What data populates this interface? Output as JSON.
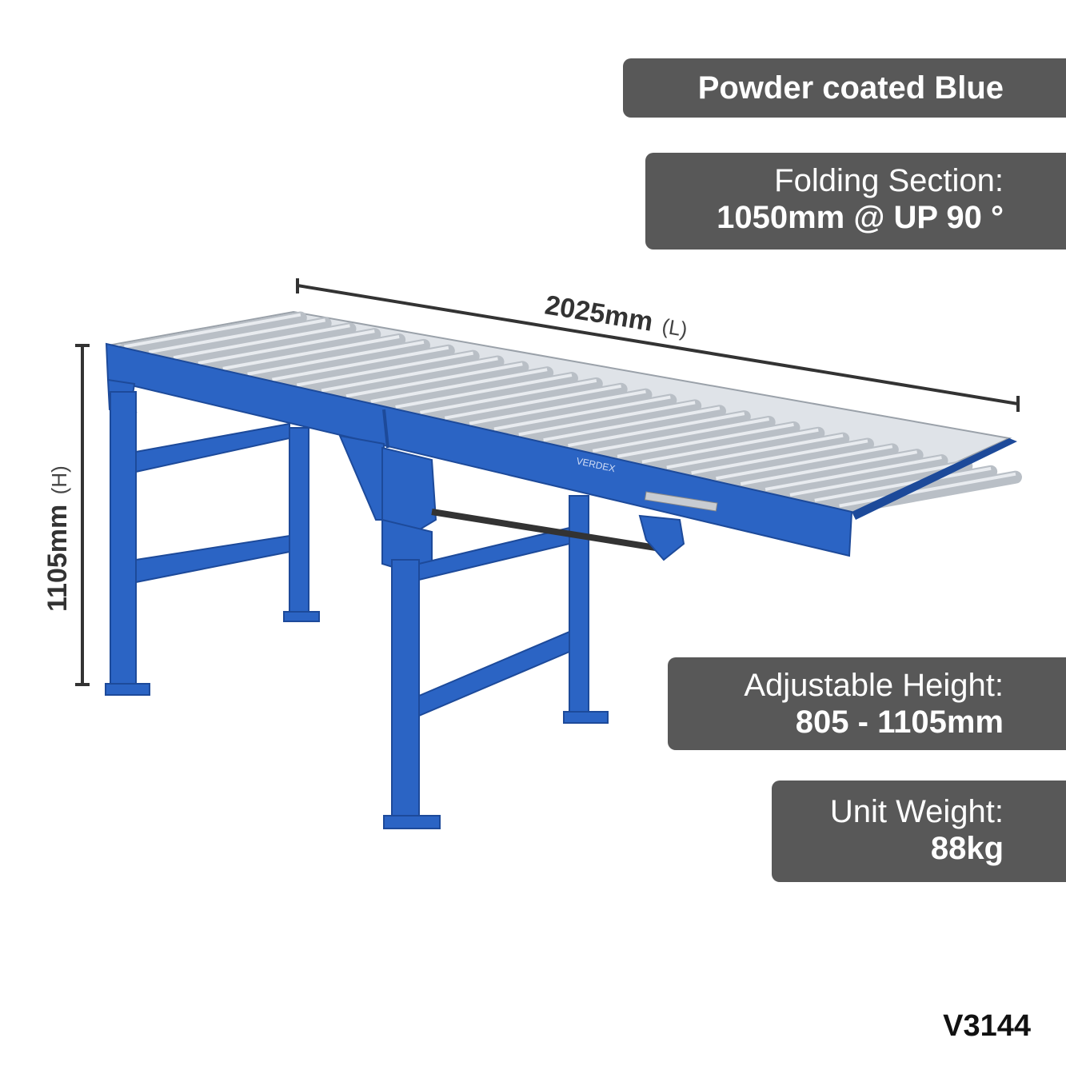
{
  "specs": {
    "color": {
      "value": "Powder coated Blue"
    },
    "folding": {
      "label": "Folding Section:",
      "value": "1050mm @ UP 90 °"
    },
    "height": {
      "label": "Adjustable Height:",
      "value": "805 - 1105mm"
    },
    "weight": {
      "label": "Unit Weight:",
      "value": "88kg"
    }
  },
  "dimensions": {
    "length_value": "2025mm",
    "length_unit": "(L)",
    "height_value": "1105mm",
    "height_unit": "(H)"
  },
  "brand_mark": "VERDEX",
  "product_code": "V3144",
  "colors": {
    "frame_blue": "#2b64c4",
    "frame_dark": "#1d4a9a",
    "roller": "#b9bfc6",
    "badge": "#585858"
  }
}
